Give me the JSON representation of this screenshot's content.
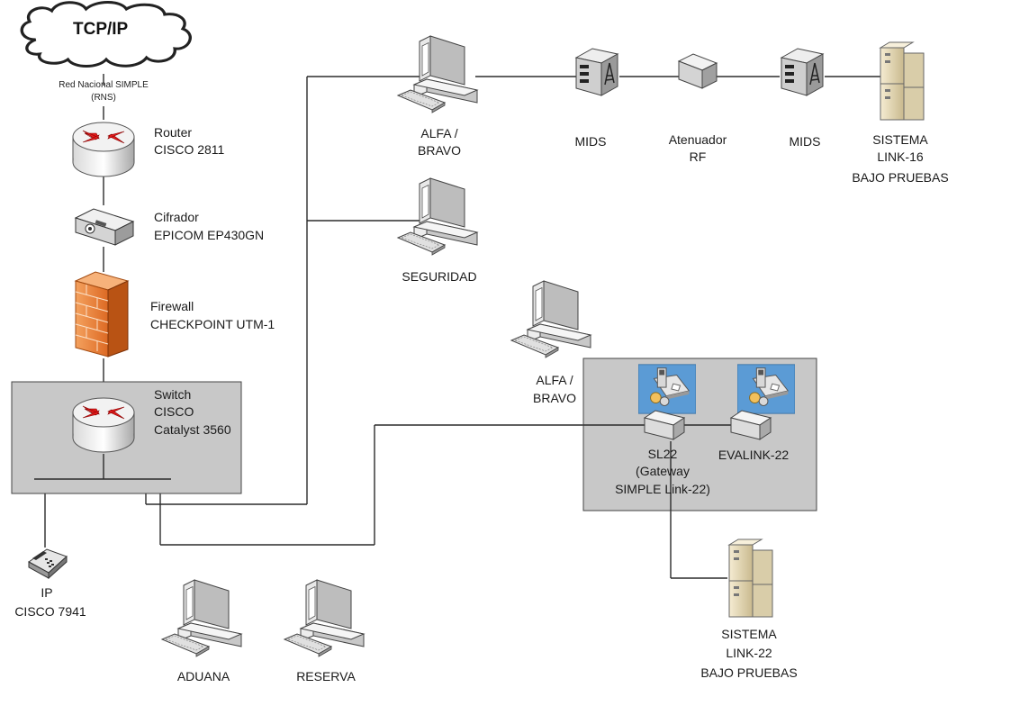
{
  "cloud": {
    "title": "TCP/IP",
    "subtitle_line1": "Red Nacional SIMPLE",
    "subtitle_line2": "(RNS)"
  },
  "router": {
    "line1": "Router",
    "line2": "CISCO 2811"
  },
  "cifrador": {
    "line1": "Cifrador",
    "line2": "EPICOM EP430GN"
  },
  "firewall": {
    "line1": "Firewall",
    "line2": "CHECKPOINT UTM-1"
  },
  "switch": {
    "line1": "Switch",
    "line2": "CISCO",
    "line3": "Catalyst 3560"
  },
  "phone": {
    "line1": "IP",
    "line2": "CISCO 7941"
  },
  "pc_alfa_top": {
    "line1": "ALFA /",
    "line2": "BRAVO"
  },
  "pc_seguridad": {
    "label": "SEGURIDAD"
  },
  "pc_alfa_mid": {
    "line1": "ALFA /",
    "line2": "BRAVO"
  },
  "pc_aduana": {
    "label": "ADUANA"
  },
  "pc_reserva": {
    "label": "RESERVA"
  },
  "mids_left": {
    "label": "MIDS"
  },
  "atenuador": {
    "line1": "Atenuador",
    "line2": "RF"
  },
  "mids_right": {
    "label": "MIDS"
  },
  "link16": {
    "line1": "SISTEMA",
    "line2": "LINK-16",
    "line3": "BAJO PRUEBAS"
  },
  "sl22": {
    "line1": "SL22",
    "line2": "(Gateway",
    "line3": "SIMPLE Link-22)"
  },
  "evalink": {
    "label": "EVALINK-22"
  },
  "link22": {
    "line1": "SISTEMA",
    "line2": "LINK-22",
    "line3": "BAJO PRUEBAS"
  },
  "colors": {
    "box_fill": "#c8c8c8",
    "firewall": "#f08a3a",
    "router_arrow": "#e21b1b",
    "sw_tile": "#5b9bd5"
  }
}
